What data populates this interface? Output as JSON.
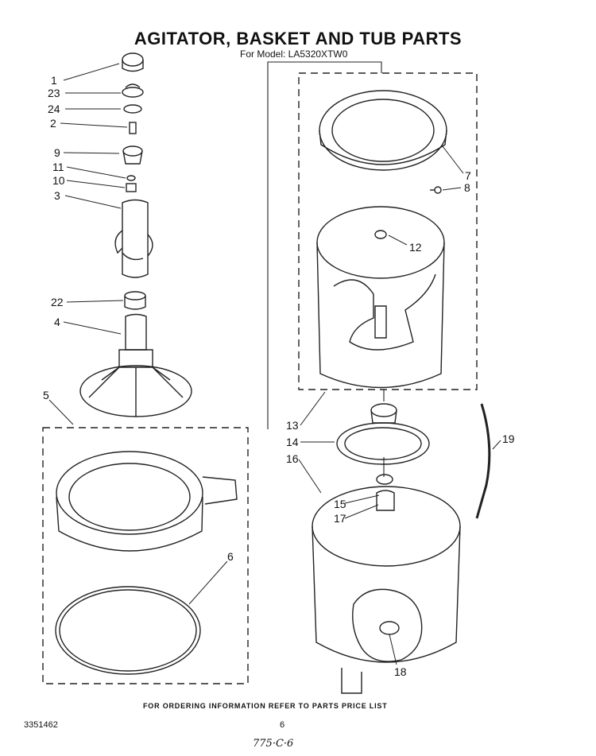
{
  "header": {
    "title": "AGITATOR, BASKET AND TUB PARTS",
    "subtitle": "For Model: LA5320XTW0"
  },
  "callouts": {
    "c1": "1",
    "c23": "23",
    "c24": "24",
    "c2": "2",
    "c9": "9",
    "c11": "11",
    "c10": "10",
    "c3": "3",
    "c22": "22",
    "c4": "4",
    "c5": "5",
    "c6": "6",
    "c7": "7",
    "c8": "8",
    "c12": "12",
    "c13": "13",
    "c14": "14",
    "c16": "16",
    "c15": "15",
    "c17": "17",
    "c18": "18",
    "c19": "19"
  },
  "footer": {
    "notice": "FOR ORDERING INFORMATION REFER TO PARTS PRICE LIST",
    "doc_number": "3351462",
    "page_number": "6",
    "handwritten_note": "775·C·6"
  }
}
